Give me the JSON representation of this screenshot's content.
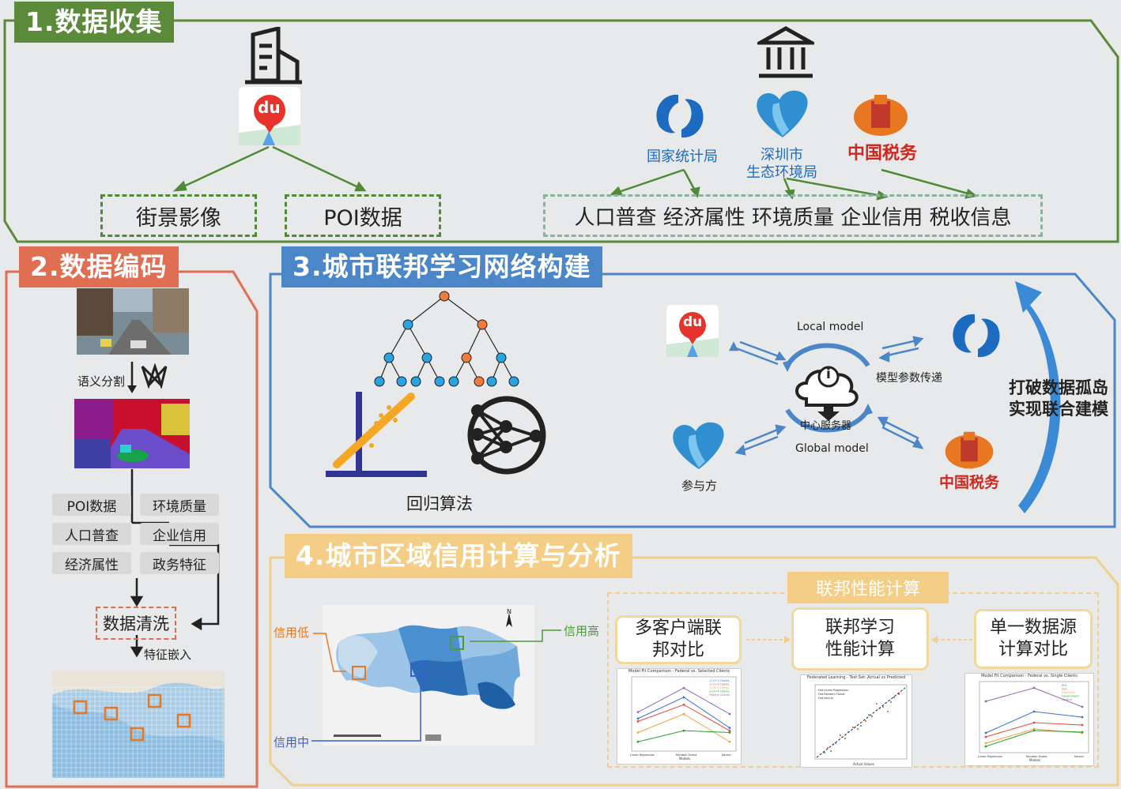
{
  "sections": {
    "s1": "1.数据收集",
    "s2": "2.数据编码",
    "s3": "3.城市联邦学习网络构建",
    "s4": "4.城市区域信用计算与分析"
  },
  "s1": {
    "boxes": [
      "街景影像",
      "POI数据"
    ],
    "big_box": "人口普查 经济属性 环境质量 企业信用 税收信息",
    "logos": [
      "国家统计局",
      "深圳市",
      "生态环境局",
      "中国税务"
    ],
    "du": "du"
  },
  "s2": {
    "seg_label": "语义分割",
    "pills": [
      "POI数据",
      "环境质量",
      "人口普查",
      "企业信用",
      "经济属性",
      "政务特征"
    ],
    "clean": "数据清洗",
    "embed": "特征嵌入"
  },
  "s3": {
    "regression": "回归算法",
    "local_model": "Local model",
    "global_model": "Global model",
    "param_transfer": "模型参数传递",
    "center_server": "中心服务器",
    "participant": "参与方",
    "break_line1": "打破数据孤岛",
    "break_line2": "实现联合建模",
    "tax_logo": "中国税务",
    "info_glyph": "i",
    "du": "du"
  },
  "s4": {
    "credit_low": "信用低",
    "credit_high": "信用高",
    "credit_mid": "信用中",
    "north": "N",
    "fed_perf_title": "联邦性能计算",
    "cards": [
      "多客户端联邦对比",
      "联邦学习性能计算",
      "单一数据源计算对比"
    ],
    "chart_titles": [
      "Model Fit Comparison - Federal vs. Selected Clients",
      "Federated Learning - Test Set: Actual vs Predicted",
      "Model Fit Comparison - Federal vs. Single Clients"
    ],
    "chart_x": [
      "Linear Regression",
      "Random Forest",
      "Neural"
    ],
    "chart_legend1": [
      "1+2+3 Clients",
      "1+2+4 Clients",
      "1+3+4 Clients",
      "2+3+4 Clients",
      "Federal Clients"
    ],
    "chart_legend3": [
      "POI",
      "SVI",
      "Economic",
      "Government",
      "Federal"
    ],
    "chart_legend2": [
      "Fed Linear Regression",
      "Fed Random Forest",
      "Fed Neural"
    ],
    "axis_labels": [
      "Models",
      "Actual Values",
      "Predicted Values",
      "R-squared"
    ]
  },
  "chart_data": [
    {
      "type": "line",
      "title": "Model Fit Comparison - Federal vs. Selected Clients",
      "xlabel": "Models",
      "ylabel": "R-squared",
      "categories": [
        "Linear Regression",
        "Random Forest",
        "Neural"
      ],
      "series": [
        {
          "name": "1+2+3 Clients",
          "values": [
            0.55,
            0.78,
            0.45
          ],
          "color": "#3b6fd8"
        },
        {
          "name": "1+2+4 Clients",
          "values": [
            0.52,
            0.7,
            0.42
          ],
          "color": "#e8483b"
        },
        {
          "name": "1+3+4 Clients",
          "values": [
            0.4,
            0.6,
            0.3
          ],
          "color": "#f5a13c"
        },
        {
          "name": "2+3+4 Clients",
          "values": [
            0.3,
            0.42,
            0.4
          ],
          "color": "#2ca02c"
        },
        {
          "name": "Federal Clients",
          "values": [
            0.62,
            0.88,
            0.6
          ],
          "color": "#9467bd"
        }
      ],
      "ylim": [
        0.2,
        1.0
      ]
    },
    {
      "type": "line",
      "title": "Model Fit Comparison - Federal vs. Single Clients",
      "xlabel": "Models",
      "ylabel": "R-squared",
      "categories": [
        "Linear Regression",
        "Random Forest",
        "Neural"
      ],
      "series": [
        {
          "name": "POI",
          "values": [
            0.35,
            0.62,
            0.55
          ],
          "color": "#3b6fd8"
        },
        {
          "name": "SVI",
          "values": [
            0.3,
            0.48,
            0.45
          ],
          "color": "#e8483b"
        },
        {
          "name": "Economic",
          "values": [
            0.22,
            0.4,
            0.35
          ],
          "color": "#f5a13c"
        },
        {
          "name": "Government",
          "values": [
            0.18,
            0.38,
            0.36
          ],
          "color": "#2ca02c"
        },
        {
          "name": "Federal",
          "values": [
            0.75,
            0.92,
            0.68
          ],
          "color": "#9467bd"
        }
      ],
      "ylim": [
        0.1,
        1.0
      ]
    }
  ]
}
